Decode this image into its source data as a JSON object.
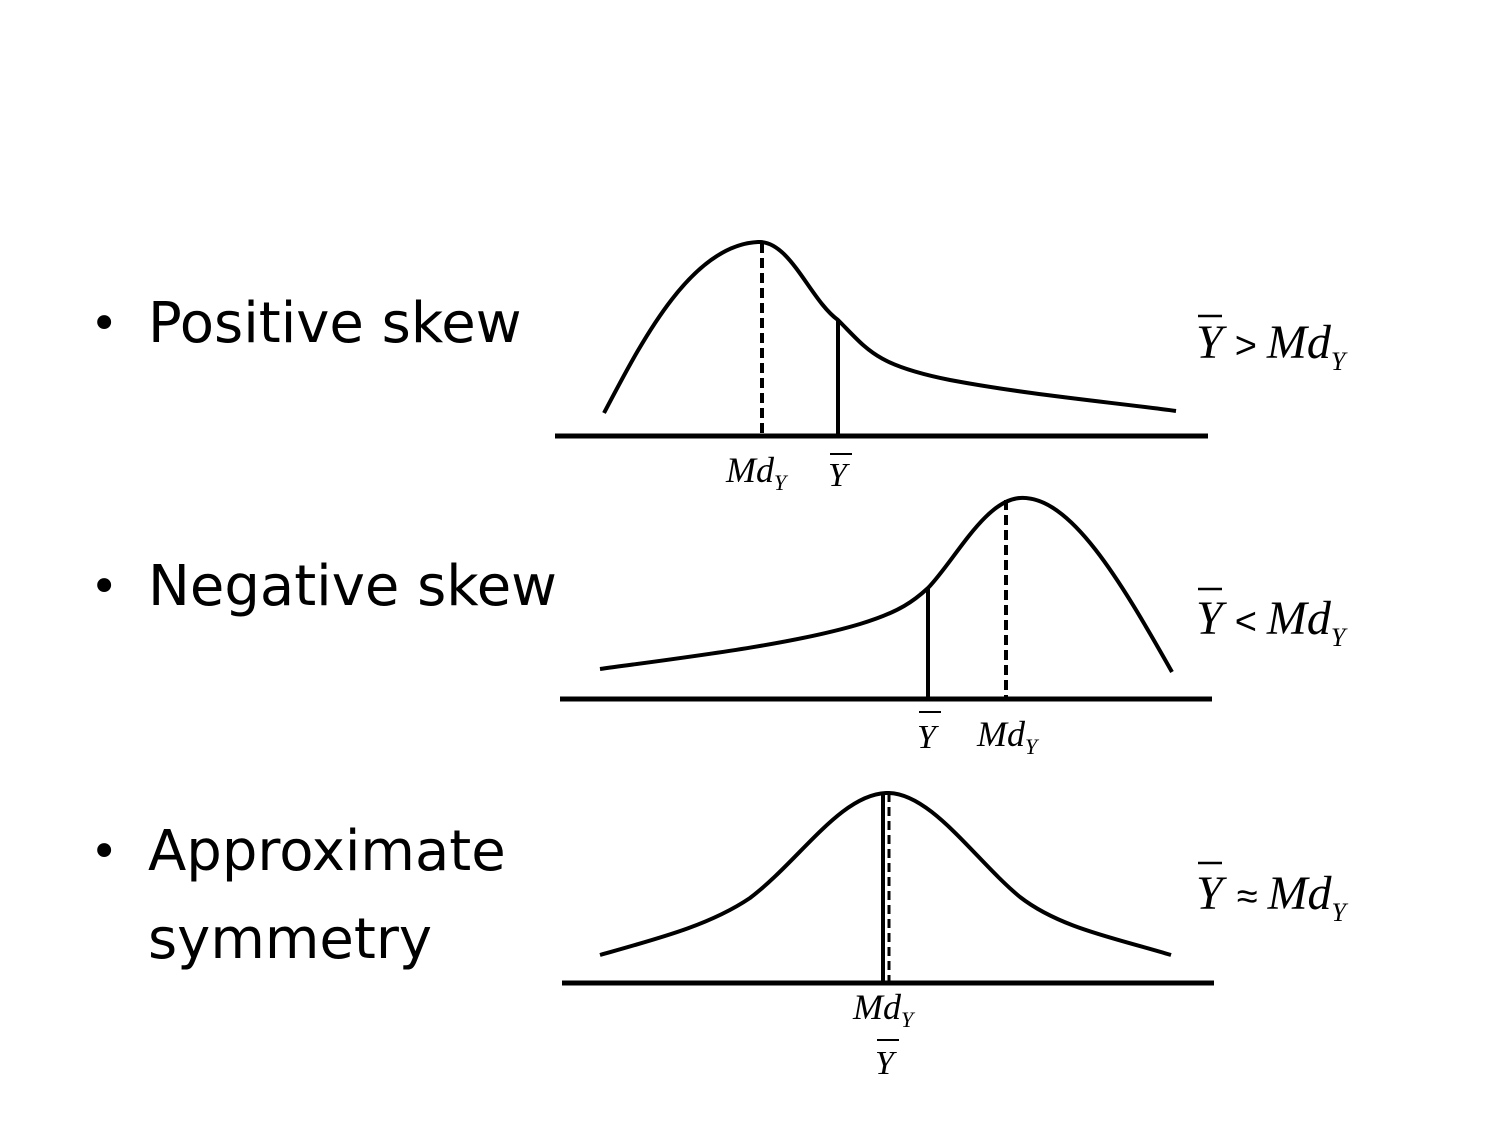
{
  "bullets": [
    {
      "marker": "•",
      "text": "Positive skew"
    },
    {
      "marker": "•",
      "text": "Negative skew"
    },
    {
      "marker": "•",
      "text": "Approximate symmetry"
    }
  ],
  "diagrams": {
    "positive": {
      "median_label": "Md",
      "median_sub": "Y",
      "mean_label": "Y",
      "relation_left": "Y",
      "relation_symbol": ">",
      "relation_right": "Md",
      "relation_sub": "Y"
    },
    "negative": {
      "median_label": "Md",
      "median_sub": "Y",
      "mean_label": "Y",
      "relation_left": "Y",
      "relation_symbol": "<",
      "relation_right": "Md",
      "relation_sub": "Y"
    },
    "symmetric": {
      "median_label": "Md",
      "median_sub": "Y",
      "mean_label": "Y",
      "relation_left": "Y",
      "relation_symbol": "≈",
      "relation_right": "Md",
      "relation_sub": "Y"
    }
  }
}
